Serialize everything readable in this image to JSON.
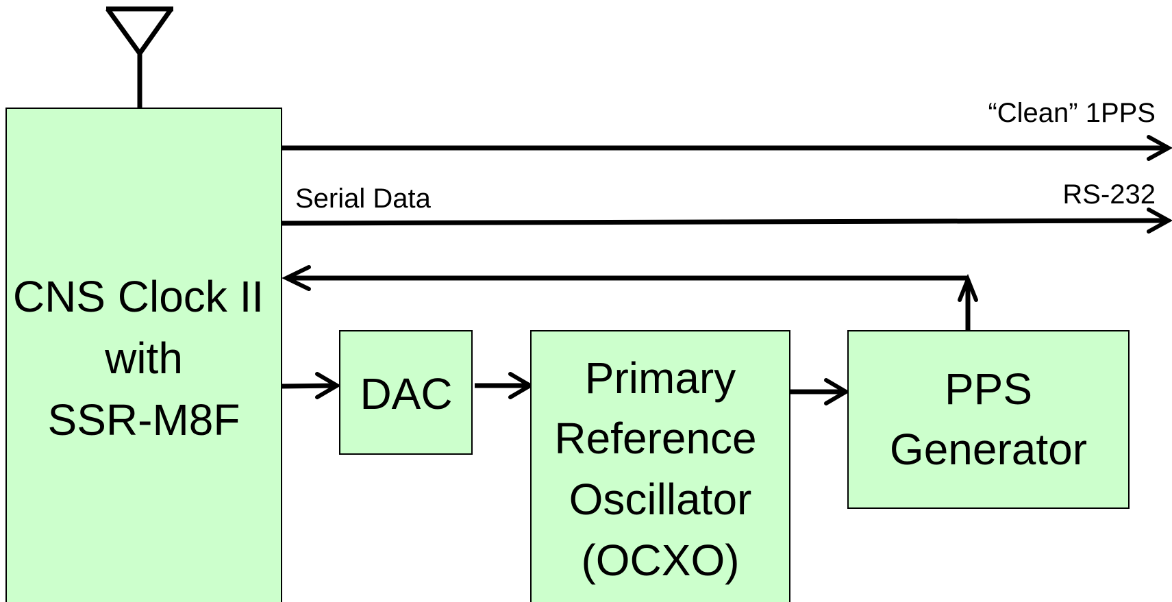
{
  "blocks": {
    "cns_clock": {
      "lines": [
        "CNS Clock II",
        "with",
        "SSR-M8F"
      ]
    },
    "dac": {
      "label": "DAC"
    },
    "oscillator": {
      "lines": [
        "Primary",
        "Reference",
        "Oscillator",
        "(OCXO)"
      ]
    },
    "pps_generator": {
      "lines": [
        "PPS",
        "Generator"
      ]
    }
  },
  "signals": {
    "clean_pps": "“Clean” 1PPS",
    "serial_data": "Serial Data",
    "rs232": "RS-232"
  },
  "colors": {
    "block_fill": "#ccffcc",
    "stroke": "#000000"
  }
}
